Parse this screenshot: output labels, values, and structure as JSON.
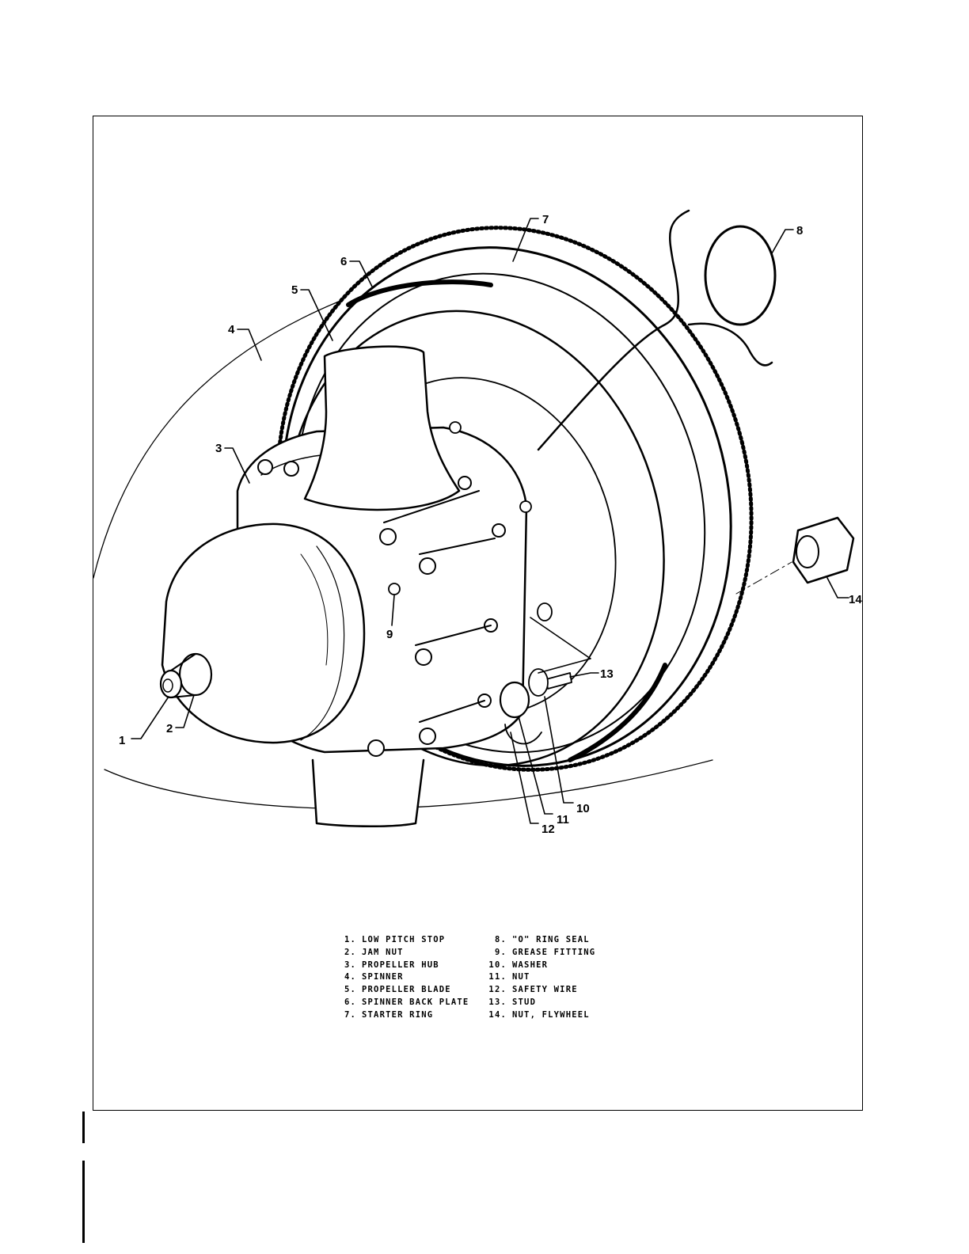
{
  "callouts": [
    "1",
    "2",
    "3",
    "4",
    "5",
    "6",
    "7",
    "8",
    "9",
    "10",
    "11",
    "12",
    "13",
    "14"
  ],
  "legend": {
    "left": [
      {
        "num": "1.",
        "label": "LOW PITCH STOP"
      },
      {
        "num": "2.",
        "label": "JAM NUT"
      },
      {
        "num": "3.",
        "label": "PROPELLER HUB"
      },
      {
        "num": "4.",
        "label": "SPINNER"
      },
      {
        "num": "5.",
        "label": "PROPELLER BLADE"
      },
      {
        "num": "6.",
        "label": "SPINNER BACK PLATE"
      },
      {
        "num": "7.",
        "label": "STARTER RING"
      }
    ],
    "right": [
      {
        "num": "8.",
        "label": "\"O\" RING SEAL"
      },
      {
        "num": "9.",
        "label": "GREASE FITTING"
      },
      {
        "num": "10.",
        "label": "WASHER"
      },
      {
        "num": "11.",
        "label": "NUT"
      },
      {
        "num": "12.",
        "label": "SAFETY WIRE"
      },
      {
        "num": "13.",
        "label": "STUD"
      },
      {
        "num": "14.",
        "label": "NUT, FLYWHEEL"
      }
    ]
  }
}
